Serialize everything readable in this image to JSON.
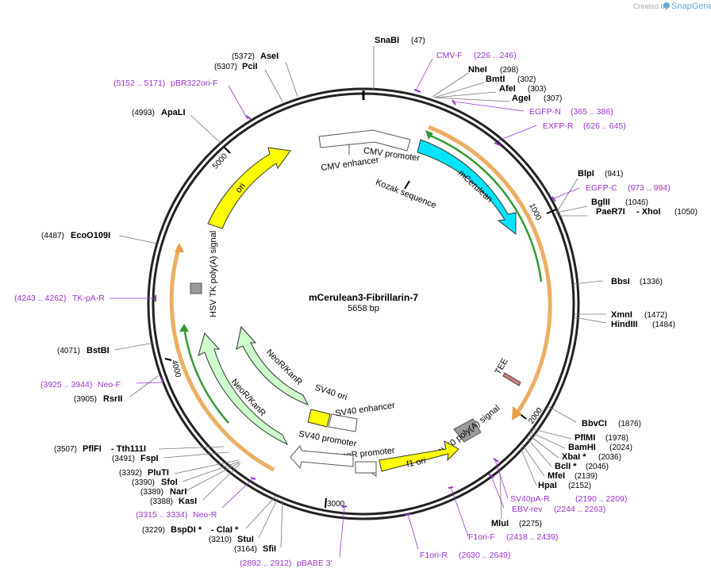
{
  "plasmid": {
    "name": "mCerulean3-Fibrillarin-7",
    "size_label": "5658 bp"
  },
  "branding": {
    "created_by": "Created by",
    "product": "SnapGene"
  },
  "ticks": [
    "1000",
    "2000",
    "3000",
    "4000",
    "5000"
  ],
  "enzymes": [
    {
      "name": "SnaBI",
      "pos": "(47)"
    },
    {
      "name": "NheI",
      "pos": "(298)"
    },
    {
      "name": "BmtI",
      "pos": "(302)"
    },
    {
      "name": "AfeI",
      "pos": "(303)"
    },
    {
      "name": "AgeI",
      "pos": "(307)"
    },
    {
      "name": "BlpI",
      "pos": "(941)"
    },
    {
      "name": "BglII",
      "pos": "(1046)"
    },
    {
      "name": "PaeR7I",
      "extra": "- XhoI",
      "pos": "(1050)"
    },
    {
      "name": "BbsI",
      "pos": "(1336)"
    },
    {
      "name": "XmnI",
      "pos": "(1472)"
    },
    {
      "name": "HindIII",
      "pos": "(1484)"
    },
    {
      "name": "BbvCI",
      "pos": "(1876)"
    },
    {
      "name": "PflMI",
      "pos": "(1978)"
    },
    {
      "name": "BamHI",
      "pos": "(2024)"
    },
    {
      "name": "XbaI *",
      "pos": "(2036)"
    },
    {
      "name": "BclI *",
      "pos": "(2046)"
    },
    {
      "name": "MfeI",
      "pos": "(2139)"
    },
    {
      "name": "HpaI",
      "pos": "(2152)"
    },
    {
      "name": "MluI",
      "pos": "(2275)"
    },
    {
      "name": "AseI",
      "pos": "(5372)"
    },
    {
      "name": "PciI",
      "pos": "(5307)"
    },
    {
      "name": "ApaLI",
      "pos": "(4993)"
    },
    {
      "name": "EcoO109I",
      "pos": "(4487)"
    },
    {
      "name": "BstBI",
      "pos": "(4071)"
    },
    {
      "name": "RsrII",
      "pos": "(3905)"
    },
    {
      "name": "PflFI",
      "extra": "- Tth111I",
      "pos": "(3507)"
    },
    {
      "name": "FspI",
      "pos": "(3491)"
    },
    {
      "name": "PluTI",
      "pos": "(3392)"
    },
    {
      "name": "SfoI",
      "pos": "(3390)"
    },
    {
      "name": "NarI",
      "pos": "(3389)"
    },
    {
      "name": "KasI",
      "pos": "(3388)"
    },
    {
      "name": "BspDI *",
      "extra": "- ClaI *",
      "pos": "(3229)"
    },
    {
      "name": "StuI",
      "pos": "(3210)"
    },
    {
      "name": "SfiI",
      "pos": "(3164)"
    }
  ],
  "primers": [
    {
      "name": "CMV-F",
      "range": "(226 .. 246)"
    },
    {
      "name": "EGFP-N",
      "range": "(365 .. 386)"
    },
    {
      "name": "EXFP-R",
      "range": "(626 .. 645)"
    },
    {
      "name": "EGFP-C",
      "range": "(973 .. 994)"
    },
    {
      "name": "SV40pA-R",
      "range": "(2190 .. 2209)"
    },
    {
      "name": "EBV-rev",
      "range": "(2244 .. 2263)"
    },
    {
      "name": "F1ori-F",
      "range": "(2418 .. 2439)"
    },
    {
      "name": "F1ori-R",
      "range": "(2630 .. 2649)"
    },
    {
      "name": "pBABE 3'",
      "range": "(2892 .. 2912)"
    },
    {
      "name": "Neo-R",
      "range": "(3315 .. 3334)"
    },
    {
      "name": "Neo-F",
      "range": "(3925 .. 3944)"
    },
    {
      "name": "TK-pA-R",
      "range": "(4243 .. 4262)"
    },
    {
      "name": "pBR322ori-F",
      "range": "(5152 .. 5171)"
    }
  ],
  "features": {
    "cmv_promoter": "CMV promoter",
    "cmv_enhancer": "CMV enhancer",
    "kozak": "Kozak sequence",
    "mcerulean": "mCerulean",
    "tee": "TEE",
    "sv40_polya": "SV40 poly(A) signal",
    "f1_ori": "f1 ori",
    "ampr_promoter": "AmpR promoter",
    "sv40_promoter": "SV40 promoter",
    "sv40_ori": "SV40 ori",
    "sv40_enhancer": "SV40 enhancer",
    "neor1": "NeoR/KanR",
    "neor2": "NeoR/KanR",
    "hsv_tk": "HSV TK poly(A) signal",
    "ori": "ori"
  },
  "colors": {
    "mcerulean": "#00e5ff",
    "ori": "#ffff00",
    "neor": "#ccffcc",
    "promoter": "#ffffff",
    "orf_orange": "#e8a048",
    "orf_green": "#339933",
    "primer": "#9933cc",
    "grey_feature": "#999999"
  }
}
